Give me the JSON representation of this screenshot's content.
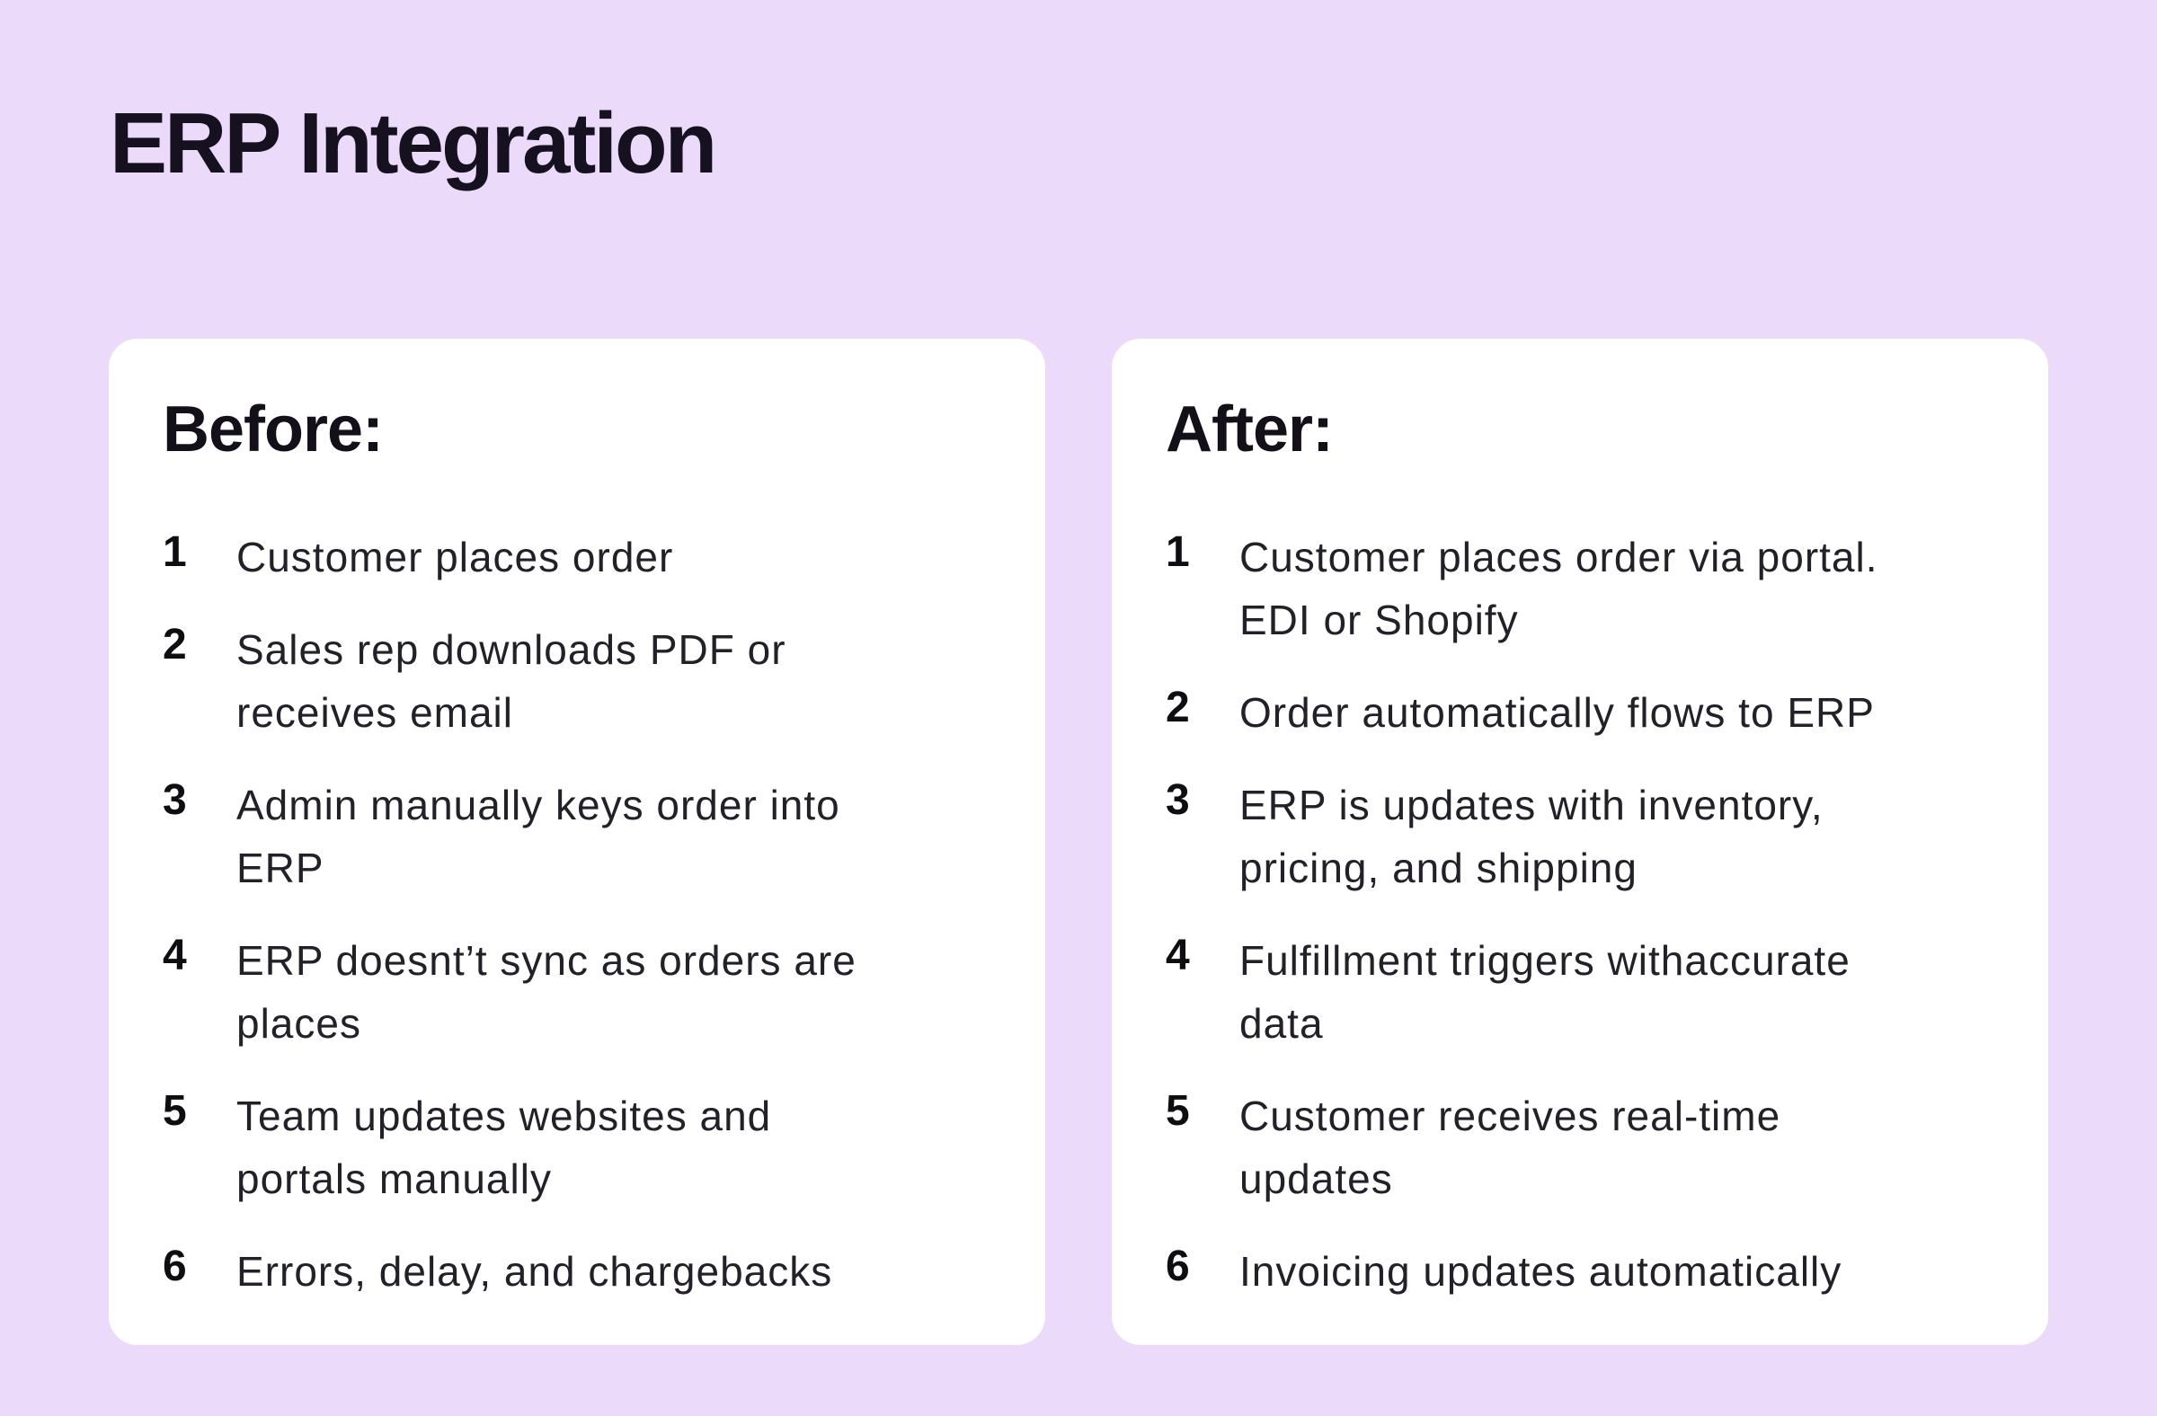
{
  "page": {
    "title": "ERP Integration",
    "background_color": "#EBDAF9",
    "card_color": "#FFFFFF",
    "title_color": "#16111F",
    "text_color": "#232029"
  },
  "cards": [
    {
      "heading": "Before:",
      "items": [
        {
          "num": "1",
          "lines": [
            "Customer places order"
          ]
        },
        {
          "num": "2",
          "lines": [
            "Sales rep downloads PDF or",
            "receives email"
          ]
        },
        {
          "num": "3",
          "lines": [
            "Admin manually keys order into",
            "ERP"
          ]
        },
        {
          "num": "4",
          "lines": [
            "ERP doesnt’t sync as orders are",
            "places"
          ]
        },
        {
          "num": "5",
          "lines": [
            "Team updates websites and",
            "portals manually"
          ]
        },
        {
          "num": "6",
          "lines": [
            "Errors, delay, and chargebacks"
          ]
        }
      ]
    },
    {
      "heading": "After:",
      "items": [
        {
          "num": "1",
          "lines": [
            "Customer places order via portal.",
            "EDI or Shopify"
          ]
        },
        {
          "num": "2",
          "lines": [
            "Order automatically flows to ERP"
          ]
        },
        {
          "num": "3",
          "lines": [
            "ERP is updates with inventory,",
            "pricing, and shipping"
          ]
        },
        {
          "num": "4",
          "lines": [
            "Fulfillment triggers withaccurate",
            "data"
          ]
        },
        {
          "num": "5",
          "lines": [
            "Customer receives real-time",
            "updates"
          ]
        },
        {
          "num": "6",
          "lines": [
            "Invoicing updates automatically"
          ]
        }
      ]
    }
  ]
}
